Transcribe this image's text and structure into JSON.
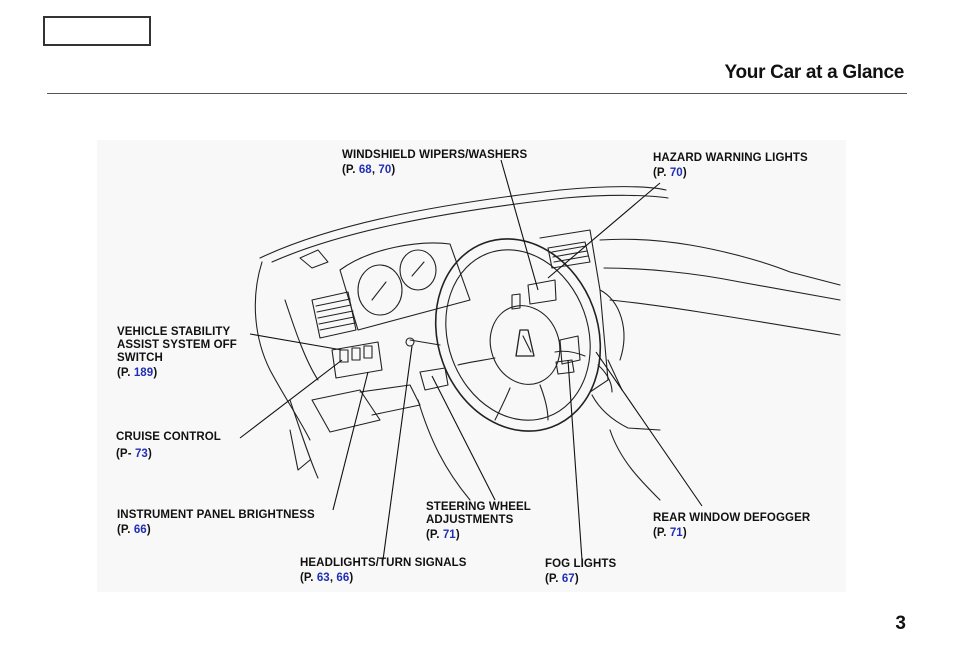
{
  "header": {
    "title": "Your Car at a Glance"
  },
  "callouts": {
    "windshield": {
      "label": "WINDSHIELD   WIPERS/WASHERS",
      "ref_prefix": "(P. ",
      "pages": [
        "68",
        "70"
      ],
      "ref_suffix": ")"
    },
    "hazard": {
      "label": "HAZARD WARNING LIGHTS",
      "ref_prefix": "(P. ",
      "pages": [
        "70"
      ],
      "ref_suffix": ")"
    },
    "vsa": {
      "label_lines": [
        "VEHICLE STABILITY",
        "ASSIST SYSTEM OFF",
        "SWITCH"
      ],
      "ref_prefix": "(P. ",
      "pages": [
        "189"
      ],
      "ref_suffix": ")"
    },
    "cruise": {
      "label": "CRUISE CONTROL",
      "ref_prefix": "(P- ",
      "pages": [
        "73"
      ],
      "ref_suffix": ")"
    },
    "brightness": {
      "label": "INSTRUMENT PANEL BRIGHTNESS",
      "ref_prefix": "(P. ",
      "pages": [
        "66"
      ],
      "ref_suffix": ")"
    },
    "steering": {
      "label_lines": [
        "STEERING WHEEL",
        "ADJUSTMENTS"
      ],
      "ref_prefix": "(P. ",
      "pages": [
        "71"
      ],
      "ref_suffix": ")"
    },
    "defogger": {
      "label": "REAR WINDOW DEFOGGER",
      "ref_prefix": "(P. ",
      "pages": [
        "71"
      ],
      "ref_suffix": ")"
    },
    "headlights": {
      "label": "HEADLIGHTS/TURN   SIGNALS",
      "ref_prefix": "(P. ",
      "pages": [
        "63",
        "66"
      ],
      "ref_suffix": ")"
    },
    "foglights": {
      "label": "FOG LIGHTS",
      "ref_prefix": "(P. ",
      "pages": [
        "67"
      ],
      "ref_suffix": ")"
    }
  },
  "page_number": "3",
  "colors": {
    "page_link": "#1f2fb5",
    "text": "#111111"
  },
  "icons": {
    "steering_logo": "acura-logo"
  }
}
